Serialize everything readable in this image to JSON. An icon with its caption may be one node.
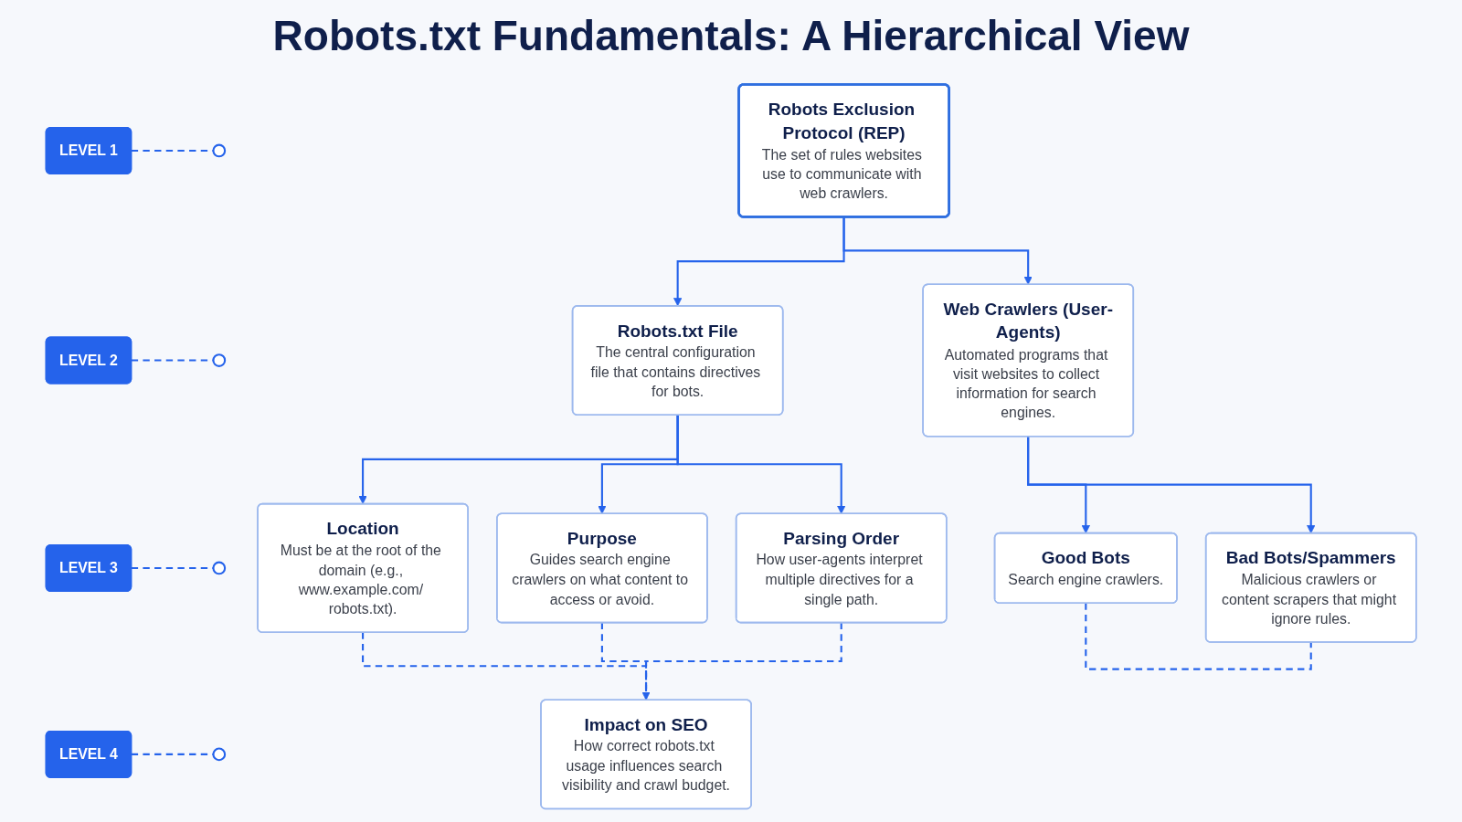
{
  "diagram": {
    "title": "Robots.txt Fundamentals: A Hierarchical View",
    "nodes": [
      {
        "text": [
          "LEVEL 1"
        ]
      },
      {
        "text": [],
        "shape": "circle"
      },
      {
        "text": [
          "Robots Exclusion Protocol (REP)",
          "The set of rules websites use to communicate with web crawlers."
        ]
      },
      {
        "text": [
          "LEVEL 2"
        ]
      },
      {
        "text": [],
        "shape": "circle"
      },
      {
        "text": [
          "Robots.txt File",
          "The central configuration file that contains directives for bots."
        ]
      },
      {
        "text": [
          "Web Crawlers (User-Agents)",
          "Automated programs that visit websites to collect information for search engines."
        ]
      },
      {
        "text": [
          "LEVEL 3"
        ]
      },
      {
        "text": [],
        "shape": "circle"
      },
      {
        "text": [
          "Location",
          "Must be at the root of the domain (e.g., www.example.com/ robots.txt)."
        ]
      },
      {
        "text": [
          "Purpose",
          "Guides search engine crawlers on what content to access or avoid."
        ]
      },
      {
        "text": [
          "Parsing Order",
          "How user-agents interpret multiple directives for a single path."
        ]
      },
      {
        "text": [
          "Good Bots",
          "Search engine crawlers."
        ]
      },
      {
        "text": [
          "Bad Bots/Spammers",
          "Malicious crawlers or content scrapers that might ignore rules."
        ]
      },
      {
        "text": [
          "LEVEL 4"
        ]
      },
      {
        "text": [],
        "shape": "circle"
      },
      {
        "text": [
          "Impact on SEO",
          "How correct robots.txt usage influences search visibility and crawl budget."
        ]
      }
    ],
    "edges": [
      {
        "from": 0,
        "to": 1,
        "arrow": "none",
        "style": "dashed"
      },
      {
        "from": 2,
        "to": 5,
        "arrow": "to"
      },
      {
        "from": 2,
        "to": 6,
        "arrow": "to"
      },
      {
        "from": 3,
        "to": 4,
        "arrow": "none",
        "style": "dashed"
      },
      {
        "from": 5,
        "to": 9,
        "arrow": "to"
      },
      {
        "from": 5,
        "to": 10,
        "arrow": "to"
      },
      {
        "from": 5,
        "to": 11,
        "arrow": "to"
      },
      {
        "from": 6,
        "to": 12,
        "arrow": "to"
      },
      {
        "from": 6,
        "to": 13,
        "arrow": "to"
      },
      {
        "from": 7,
        "to": 8,
        "arrow": "none",
        "style": "dashed"
      },
      {
        "from": 9,
        "to": 16,
        "arrow": "none",
        "style": "dashed"
      },
      {
        "from": 10,
        "to": 16,
        "arrow": "none",
        "style": "dashed"
      },
      {
        "from": 11,
        "to": 16,
        "arrow": "to",
        "style": "dashed"
      },
      {
        "from": 12,
        "to": 13,
        "arrow": "none",
        "style": "dashed"
      },
      {
        "from": 14,
        "to": 15,
        "arrow": "none",
        "style": "dashed"
      }
    ]
  }
}
